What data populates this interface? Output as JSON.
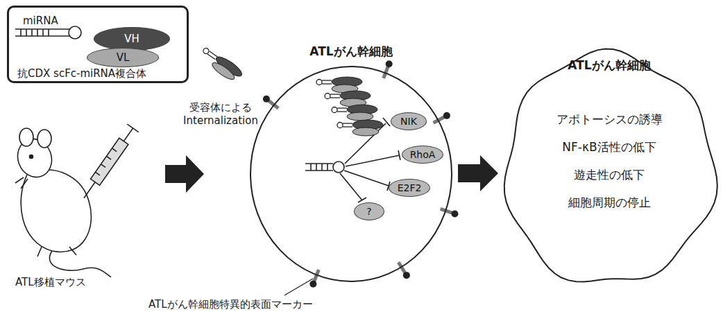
{
  "diagram": {
    "nodes": [
      {
        "text": [
          "miRNA",
          "抗CDX scFc-miRNA複合体"
        ]
      },
      {
        "text": [
          "VH"
        ],
        "in": 0
      },
      {
        "text": [
          "VL"
        ],
        "in": 0
      },
      {
        "text": [
          "ATLがん幹細胞"
        ]
      },
      {
        "text": [
          "NIK"
        ],
        "in": 3
      },
      {
        "text": [
          "RhoA"
        ],
        "in": 3
      },
      {
        "text": [
          "E2F2"
        ],
        "in": 3
      },
      {
        "text": [
          "?"
        ],
        "in": 3
      },
      {
        "text": [
          "ATLがん幹細胞",
          "アポトーシスの誘導",
          "NF-κB活性の低下",
          "遊走性の低下",
          "細胞周期の停止"
        ]
      }
    ],
    "edges": [
      {
        "from": 3,
        "to": 8,
        "arrow": "to"
      }
    ],
    "labels": [
      "受容体による Internalization",
      "ATL移植マウス",
      "ATLがん幹細胞特異的表面マーカー"
    ]
  }
}
